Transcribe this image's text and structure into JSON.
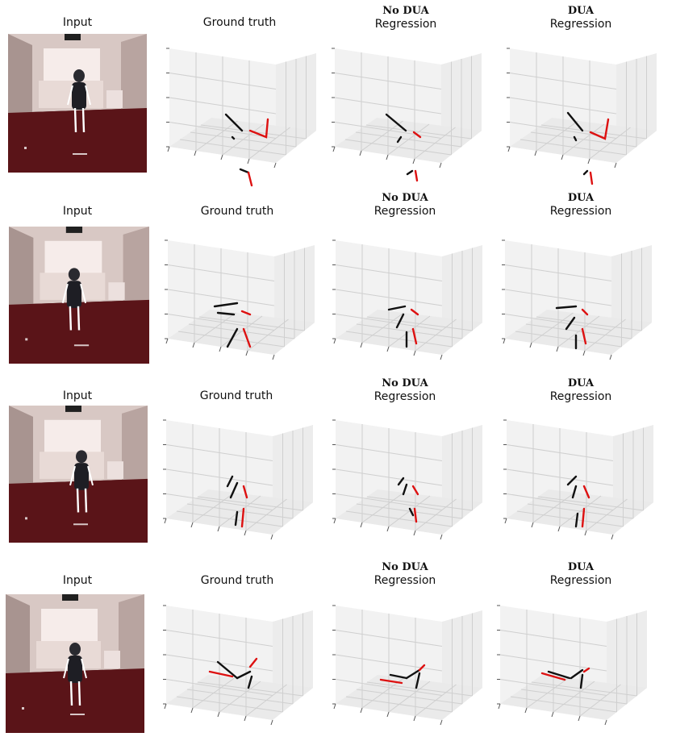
{
  "rows": [
    {
      "cols": [
        {
          "l1": "",
          "l2": "Input"
        },
        {
          "l1": "",
          "l2": "Ground truth"
        },
        {
          "l1": "No DUA",
          "l2": "Regression"
        },
        {
          "l1": "DUA",
          "l2": "Regression"
        }
      ]
    },
    {
      "cols": [
        {
          "l1": "",
          "l2": "Input"
        },
        {
          "l1": "",
          "l2": "Ground truth"
        },
        {
          "l1": "No DUA",
          "l2": "Regression"
        },
        {
          "l1": "DUA",
          "l2": "Regression"
        }
      ]
    },
    {
      "cols": [
        {
          "l1": "",
          "l2": "Input"
        },
        {
          "l1": "",
          "l2": "Ground truth"
        },
        {
          "l1": "No DUA",
          "l2": "Regression"
        },
        {
          "l1": "DUA",
          "l2": "Regression"
        }
      ]
    },
    {
      "cols": [
        {
          "l1": "",
          "l2": "Input"
        },
        {
          "l1": "",
          "l2": "Ground truth"
        },
        {
          "l1": "No DUA",
          "l2": "Regression"
        },
        {
          "l1": "DUA",
          "l2": "Regression"
        }
      ]
    }
  ],
  "colors": {
    "left_limb": "#111111",
    "right_limb": "#dd1111",
    "floor": "#5a1418",
    "wall": "#d8c8c4"
  }
}
